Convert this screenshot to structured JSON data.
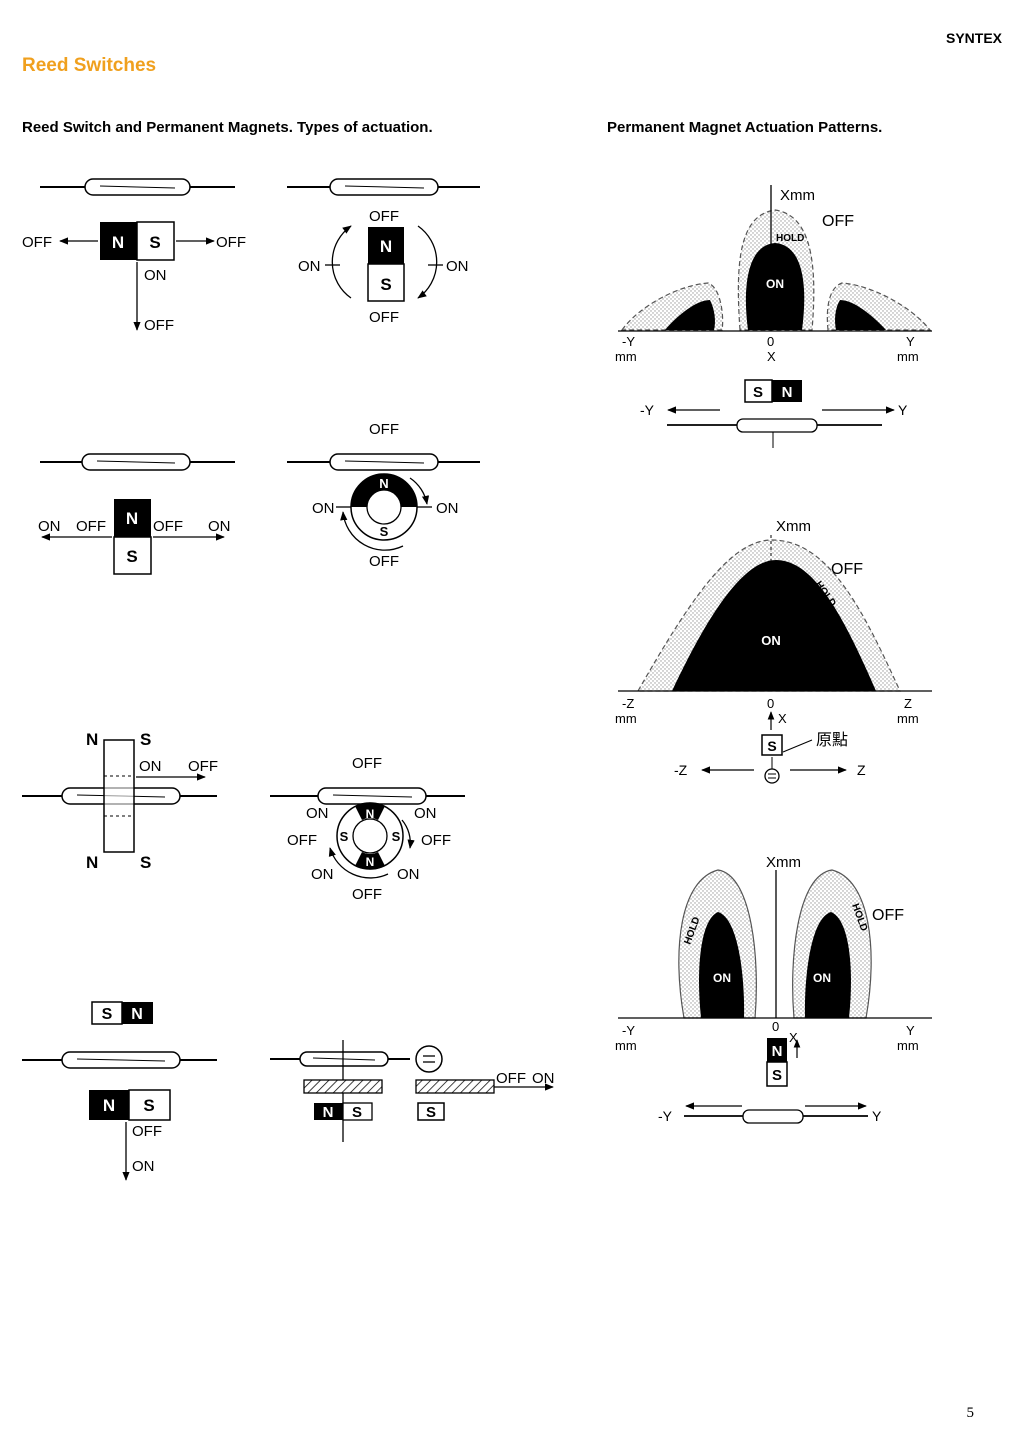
{
  "header": {
    "brand": "SYNTEX",
    "title": "Reed Switches"
  },
  "left": {
    "heading": "Reed Switch and Permanent Magnets. Types of actuation."
  },
  "right": {
    "heading": "Permanent Magnet Actuation Patterns."
  },
  "labels": {
    "on": "ON",
    "off": "OFF",
    "hold": "HOLD",
    "n": "N",
    "s": "S",
    "x": "X",
    "xmm": "Xmm",
    "zero": "0",
    "mm": "mm",
    "y": "Y",
    "neg_y": "-Y",
    "z": "Z",
    "neg_z": "-Z",
    "origin": "原點"
  },
  "footer": {
    "page_number": "5"
  }
}
